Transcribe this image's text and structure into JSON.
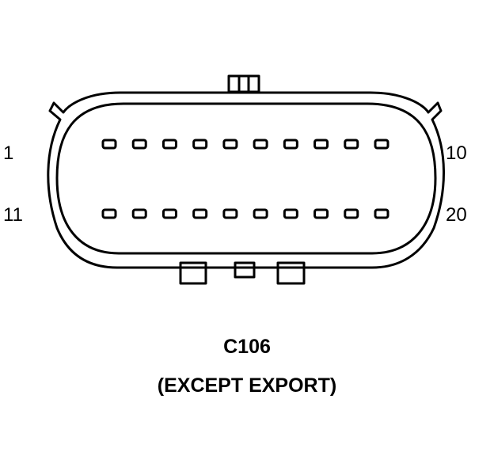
{
  "connector": {
    "id": "C106",
    "note": "(EXCEPT EXPORT)",
    "pins_per_row": 10,
    "rows": 2,
    "labels": {
      "row1_first": "1",
      "row1_last": "10",
      "row2_first": "11",
      "row2_last": "20"
    }
  },
  "colors": {
    "line": "#000000",
    "background": "#ffffff"
  }
}
